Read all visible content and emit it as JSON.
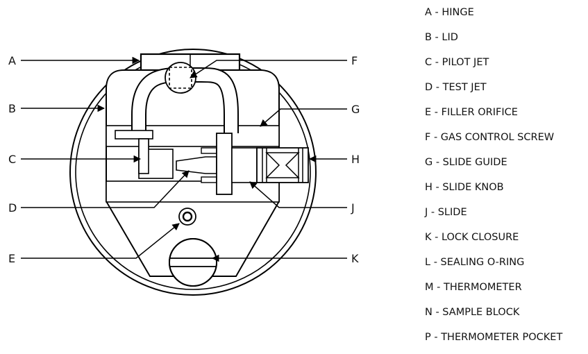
{
  "diagram": {
    "callouts_left": [
      "A",
      "B",
      "C",
      "D",
      "E"
    ],
    "callouts_right": [
      "F",
      "G",
      "H",
      "J",
      "K"
    ]
  },
  "legend": [
    {
      "letter": "A",
      "text": "A - HINGE"
    },
    {
      "letter": "B",
      "text": "B - LID"
    },
    {
      "letter": "C",
      "text": "C - PILOT JET"
    },
    {
      "letter": "D",
      "text": "D - TEST JET"
    },
    {
      "letter": "E",
      "text": "E - FILLER ORIFICE"
    },
    {
      "letter": "F",
      "text": "F - GAS CONTROL SCREW"
    },
    {
      "letter": "G",
      "text": "G - SLIDE GUIDE"
    },
    {
      "letter": "H",
      "text": "H - SLIDE KNOB"
    },
    {
      "letter": "J",
      "text": "J - SLIDE"
    },
    {
      "letter": "K",
      "text": "K - LOCK CLOSURE"
    },
    {
      "letter": "L",
      "text": "L - SEALING  O-RING"
    },
    {
      "letter": "M",
      "text": "M - THERMOMETER"
    },
    {
      "letter": "N",
      "text": "N - SAMPLE BLOCK"
    },
    {
      "letter": "P",
      "text": "P - THERMOMETER POCKET"
    }
  ]
}
